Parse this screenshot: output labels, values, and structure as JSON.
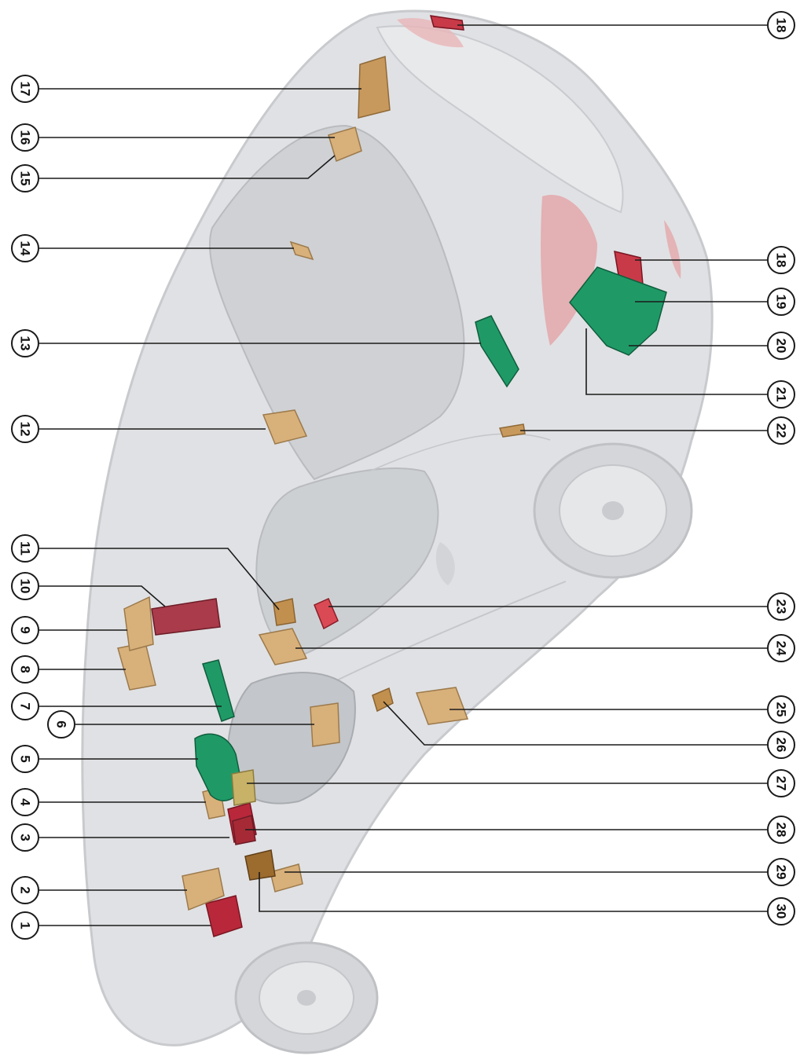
{
  "diagram": {
    "callouts": [
      {
        "id": "1",
        "label": "1"
      },
      {
        "id": "2",
        "label": "2"
      },
      {
        "id": "3",
        "label": "3"
      },
      {
        "id": "4",
        "label": "4"
      },
      {
        "id": "5",
        "label": "5"
      },
      {
        "id": "6",
        "label": "6"
      },
      {
        "id": "7",
        "label": "7"
      },
      {
        "id": "8",
        "label": "8"
      },
      {
        "id": "9",
        "label": "9"
      },
      {
        "id": "10",
        "label": "10"
      },
      {
        "id": "11",
        "label": "11"
      },
      {
        "id": "12",
        "label": "12"
      },
      {
        "id": "13",
        "label": "13"
      },
      {
        "id": "14",
        "label": "14"
      },
      {
        "id": "15",
        "label": "15"
      },
      {
        "id": "16",
        "label": "16"
      },
      {
        "id": "17",
        "label": "17"
      },
      {
        "id": "18a",
        "label": "18"
      },
      {
        "id": "18b",
        "label": "18"
      },
      {
        "id": "19",
        "label": "19"
      },
      {
        "id": "20",
        "label": "20"
      },
      {
        "id": "21",
        "label": "21"
      },
      {
        "id": "22",
        "label": "22"
      },
      {
        "id": "23",
        "label": "23"
      },
      {
        "id": "24",
        "label": "24"
      },
      {
        "id": "25",
        "label": "25"
      },
      {
        "id": "26",
        "label": "26"
      },
      {
        "id": "27",
        "label": "27"
      },
      {
        "id": "28",
        "label": "28"
      },
      {
        "id": "29",
        "label": "29"
      },
      {
        "id": "30",
        "label": "30"
      }
    ],
    "colors": {
      "body": "#dcdde0",
      "body_shadow": "#c4c6ca",
      "glass": "#c9cbcf",
      "tan_module": "#d8b07a",
      "red_module": "#b8283a",
      "green_module": "#1f9a67",
      "taillight": "#d98a8e"
    }
  }
}
